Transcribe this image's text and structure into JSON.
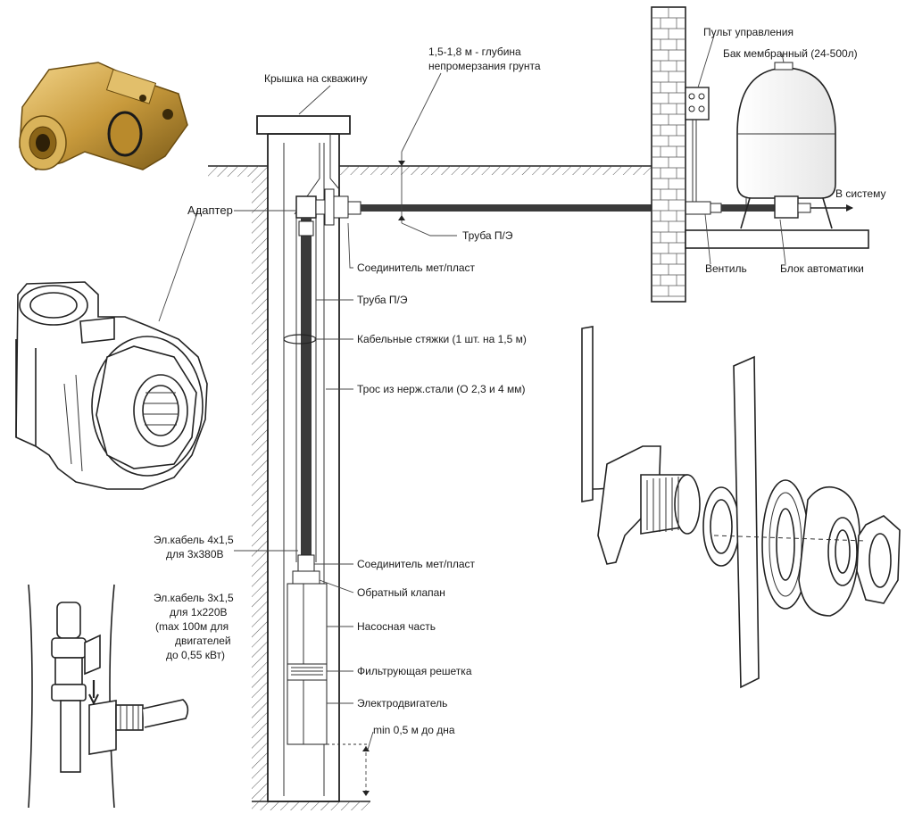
{
  "labels": {
    "well_cap": "Крышка на скважину",
    "depth_note_1": "1,5-1,8 м - глубина",
    "depth_note_2": "непромерзания грунта",
    "control_panel": "Пульт управления",
    "tank": "Бак мембранный (24-500л)",
    "to_system": "В систему",
    "adapter": "Адаптер",
    "pe_pipe_horizontal": "Труба П/Э",
    "connector_top": "Соединитель мет/пласт",
    "pe_pipe_vertical": "Труба П/Э",
    "cable_ties": "Кабельные стяжки (1 шт. на 1,5 м)",
    "steel_cable": "Трос из нерж.стали (О 2,3 и 4 мм)",
    "valve": "Вентиль",
    "automation_unit": "Блок автоматики",
    "cable_380_1": "Эл.кабель 4х1,5",
    "cable_380_2": "для 3х380В",
    "cable_220_1": "Эл.кабель 3х1,5",
    "cable_220_2": "для 1х220В",
    "cable_220_3": "(max 100м для",
    "cable_220_4": "двигателей",
    "cable_220_5": "до 0,55 кВт)",
    "connector_bottom": "Соединитель мет/пласт",
    "check_valve": "Обратный клапан",
    "pump_section": "Насосная часть",
    "filter_grid": "Фильтрующая решетка",
    "motor": "Электродвигатель",
    "min_bottom": "min 0,5 м до дна"
  },
  "colors": {
    "line": "#222222",
    "brass": "#c89a3c",
    "brass_dark": "#8a6418",
    "pipe": "#3a3a3a",
    "ground_hatch": "#444444"
  }
}
